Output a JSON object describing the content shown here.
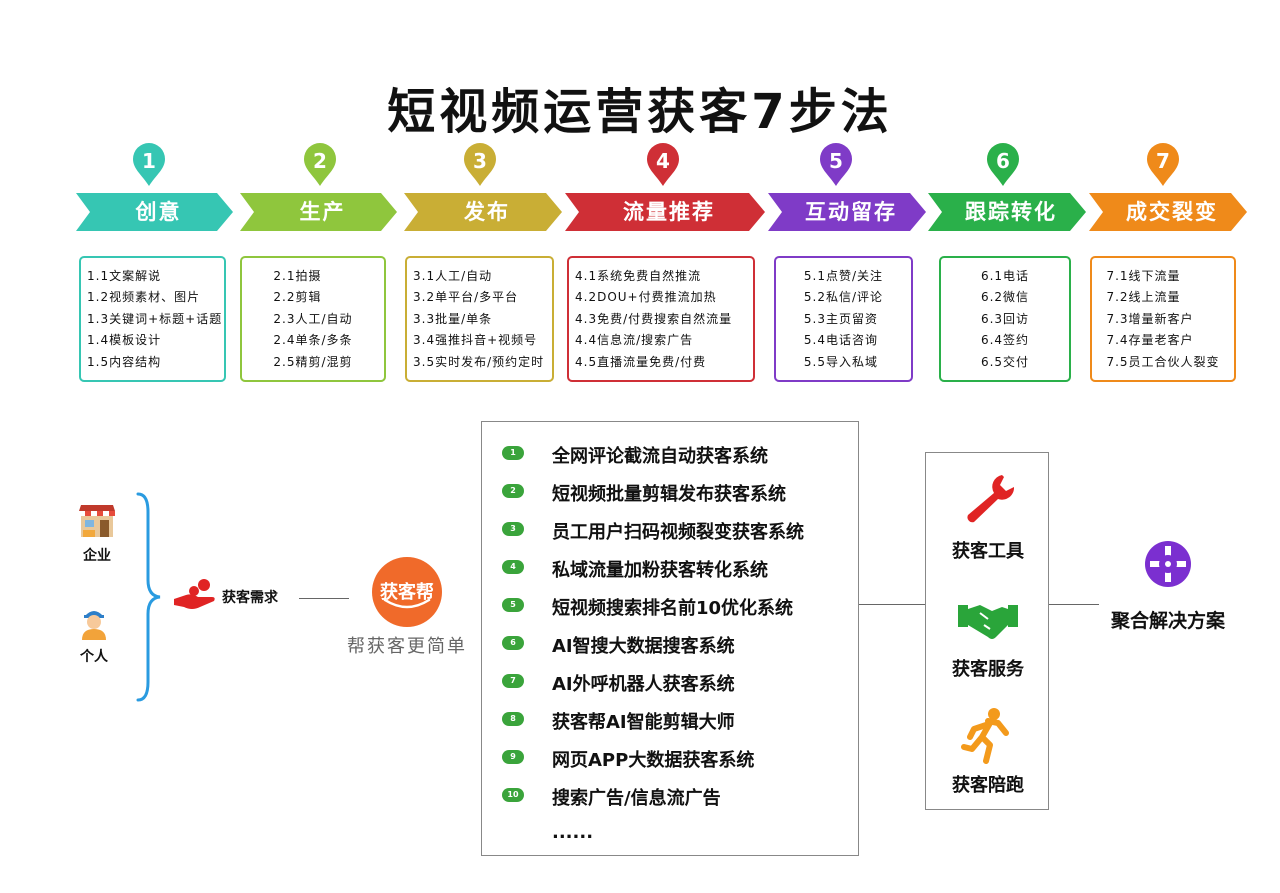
{
  "title": "短视频运营获客7步法",
  "colors": {
    "steps": [
      "#36c6b3",
      "#8fc63d",
      "#c9ae35",
      "#cf2f36",
      "#7f3bc7",
      "#2ab04a",
      "#ef8a1a"
    ],
    "dot_green": "#3aa43b",
    "logo_orange": "#f06a2a",
    "brace_blue": "#2a9be0",
    "tool_red": "#e02424",
    "service_green": "#2aa53a",
    "run_orange": "#f39a1c",
    "solution_purple": "#7b2fd0"
  },
  "steps": [
    {
      "number": "1",
      "name": "创意",
      "items": [
        "1.1文案解说",
        "1.2视频素材、图片",
        "1.3关键词+标题+话题",
        "1.4模板设计",
        "1.5内容结构"
      ]
    },
    {
      "number": "2",
      "name": "生产",
      "items": [
        "2.1拍摄",
        "2.2剪辑",
        "2.3人工/自动",
        "2.4单条/多条",
        "2.5精剪/混剪"
      ]
    },
    {
      "number": "3",
      "name": "发布",
      "items": [
        "3.1人工/自动",
        "3.2单平台/多平台",
        "3.3批量/单条",
        "3.4强推抖音+视频号",
        "3.5实时发布/预约定时"
      ]
    },
    {
      "number": "4",
      "name": "流量推荐",
      "items": [
        "4.1系统免费自然推流",
        "4.2DOU+付费推流加热",
        "4.3免费/付费搜索自然流量",
        "4.4信息流/搜索广告",
        "4.5直播流量免费/付费"
      ]
    },
    {
      "number": "5",
      "name": "互动留存",
      "items": [
        "5.1点赞/关注",
        "5.2私信/评论",
        "5.3主页留资",
        "5.4电话咨询",
        "5.5导入私域"
      ]
    },
    {
      "number": "6",
      "name": "跟踪转化",
      "items": [
        "6.1电话",
        "6.2微信",
        "6.3回访",
        "6.4签约",
        "6.5交付"
      ]
    },
    {
      "number": "7",
      "name": "成交裂变",
      "items": [
        "7.1线下流量",
        "7.2线上流量",
        "7.3增量新客户",
        "7.4存量老客户",
        "7.5员工合伙人裂变"
      ]
    }
  ],
  "audience": {
    "enterprise": "企业",
    "individual": "个人"
  },
  "demand": {
    "label": "获客需求",
    "icon": "helping-hand-icon"
  },
  "brand": {
    "logo_text": "获客帮",
    "slogan": "帮获客更简单"
  },
  "systems": [
    {
      "n": "1",
      "label": "全网评论截流自动获客系统"
    },
    {
      "n": "2",
      "label": "短视频批量剪辑发布获客系统"
    },
    {
      "n": "3",
      "label": "员工用户扫码视频裂变获客系统"
    },
    {
      "n": "4",
      "label": "私域流量加粉获客转化系统"
    },
    {
      "n": "5",
      "label": "短视频搜索排名前10优化系统"
    },
    {
      "n": "6",
      "label": "AI智搜大数据搜客系统"
    },
    {
      "n": "7",
      "label": "AI外呼机器人获客系统"
    },
    {
      "n": "8",
      "label": "获客帮AI智能剪辑大师"
    },
    {
      "n": "9",
      "label": "网页APP大数据获客系统"
    },
    {
      "n": "10",
      "label": "搜索广告/信息流广告"
    }
  ],
  "systems_more": "......",
  "tools": [
    {
      "label": "获客工具",
      "icon": "wrench-icon"
    },
    {
      "label": "获客服务",
      "icon": "handshake-icon"
    },
    {
      "label": "获客陪跑",
      "icon": "running-person-icon"
    }
  ],
  "solution": {
    "label": "聚合解决方案",
    "icon": "aggregate-icon"
  }
}
